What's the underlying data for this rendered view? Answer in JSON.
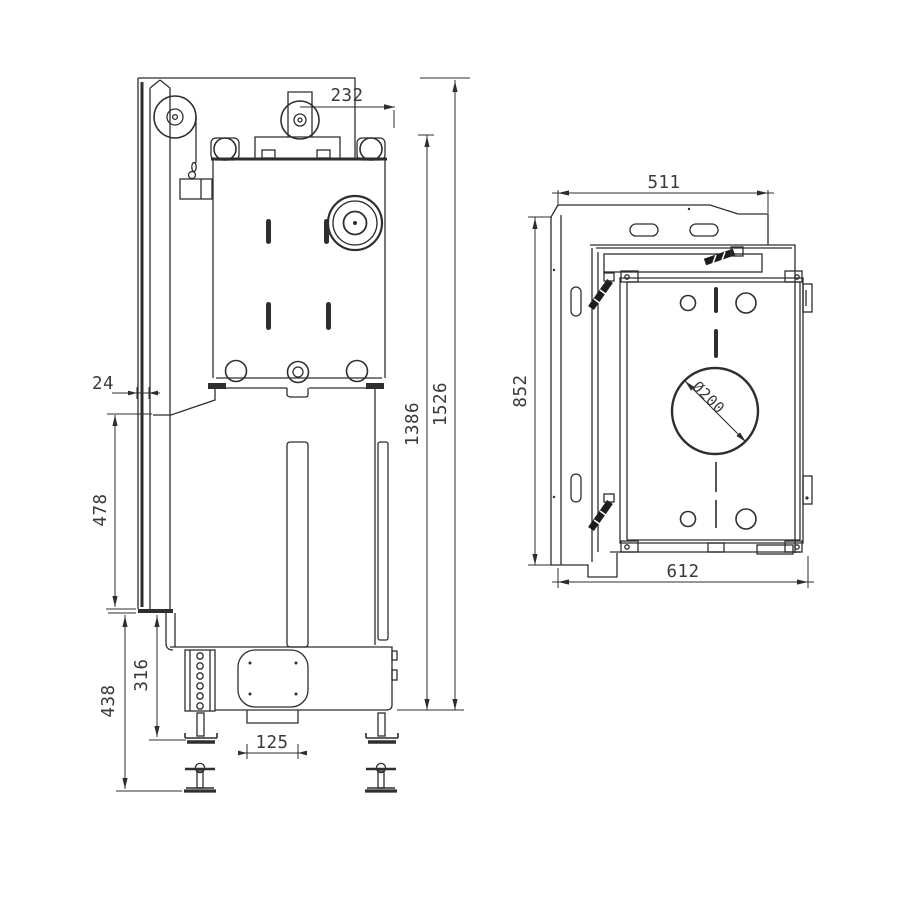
{
  "drawing": {
    "background": "#ffffff",
    "line_color": "#2e2e2e",
    "front_view": {
      "dims": {
        "top_offset": "232",
        "panel_gap": "24",
        "upper_span": "478",
        "lower_span": "316",
        "lower_total": "438",
        "collar_width": "125",
        "inner_height": "1386",
        "overall_height": "1526"
      }
    },
    "side_view": {
      "dims": {
        "top_width": "511",
        "panel_height": "852",
        "flue_diameter": "Ø200",
        "overall_depth": "612"
      }
    }
  }
}
